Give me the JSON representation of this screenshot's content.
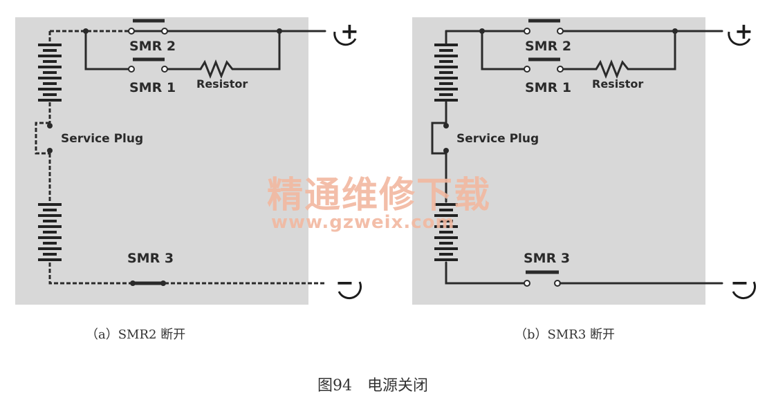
{
  "panels": [
    {
      "labels": {
        "smr2": "SMR 2",
        "smr1": "SMR 1",
        "resistor": "Resistor",
        "service_plug": "Service Plug",
        "smr3": "SMR 3",
        "plus": "+",
        "minus": "−"
      },
      "caption": "（a）SMR2 断开"
    },
    {
      "labels": {
        "smr2": "SMR 2",
        "smr1": "SMR 1",
        "resistor": "Resistor",
        "service_plug": "Service Plug",
        "smr3": "SMR 3",
        "plus": "+",
        "minus": "−"
      },
      "caption": "（b）SMR3 断开"
    }
  ],
  "watermark": {
    "text": "精通维修下载",
    "url": "www.gzweix.com"
  },
  "figure_caption": "图94　电源关闭"
}
